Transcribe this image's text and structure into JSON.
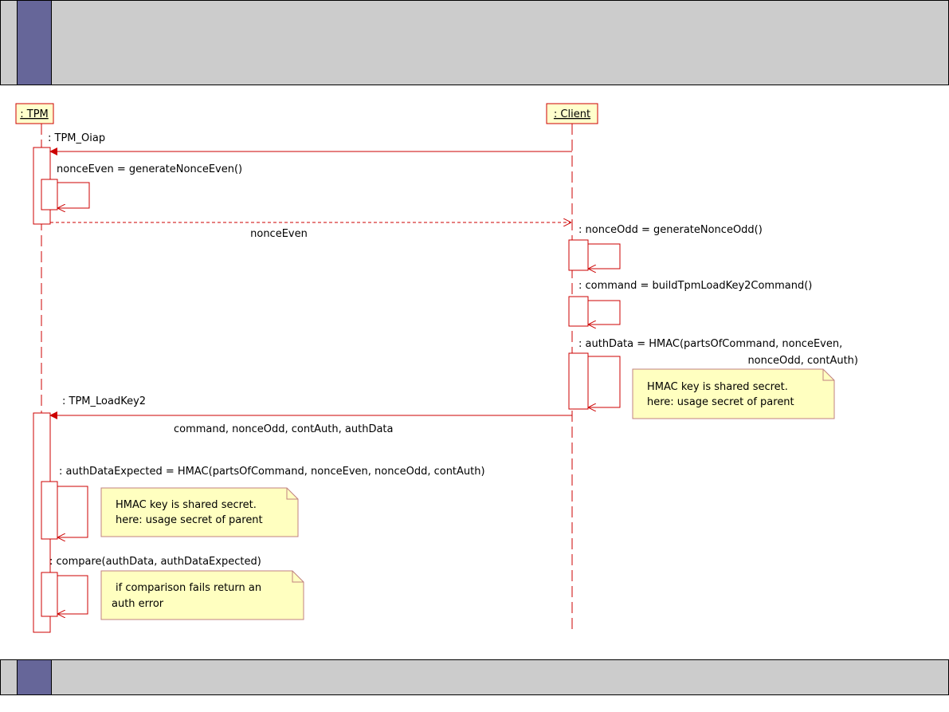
{
  "lifelines": {
    "tpm": ": TPM",
    "client": ": Client"
  },
  "messages": {
    "tpm_oiap": ": TPM_Oiap",
    "nonce_even_self": "nonceEven = generateNonceEven()",
    "nonce_even_return": "nonceEven",
    "nonce_odd": ": nonceOdd = generateNonceOdd()",
    "command": ": command = buildTpmLoadKey2Command()",
    "auth_data_line1": ": authData = HMAC(partsOfCommand, nonceEven,",
    "auth_data_line2": "nonceOdd, contAuth)",
    "tpm_loadkey2": ": TPM_LoadKey2",
    "loadkey2_params": "command, nonceOdd, contAuth, authData",
    "auth_data_expected": ": authDataExpected = HMAC(partsOfCommand, nonceEven, nonceOdd, contAuth)",
    "compare": ": compare(authData, authDataExpected)"
  },
  "notes": {
    "client_note_line1": "HMAC key is shared secret.",
    "client_note_line2": "here: usage secret of parent",
    "tpm_note_line1": "HMAC key is shared secret.",
    "tpm_note_line2": "here: usage secret of parent",
    "compare_note_line1": "if comparison fails return an",
    "compare_note_line2": "auth error"
  },
  "colors": {
    "line": "#cc0000",
    "lifeline_box": "#ffffcc",
    "note_fill": "#ffffc0",
    "note_border": "#c08080",
    "bar_gray": "#cccccc",
    "bar_accent": "#666699"
  }
}
